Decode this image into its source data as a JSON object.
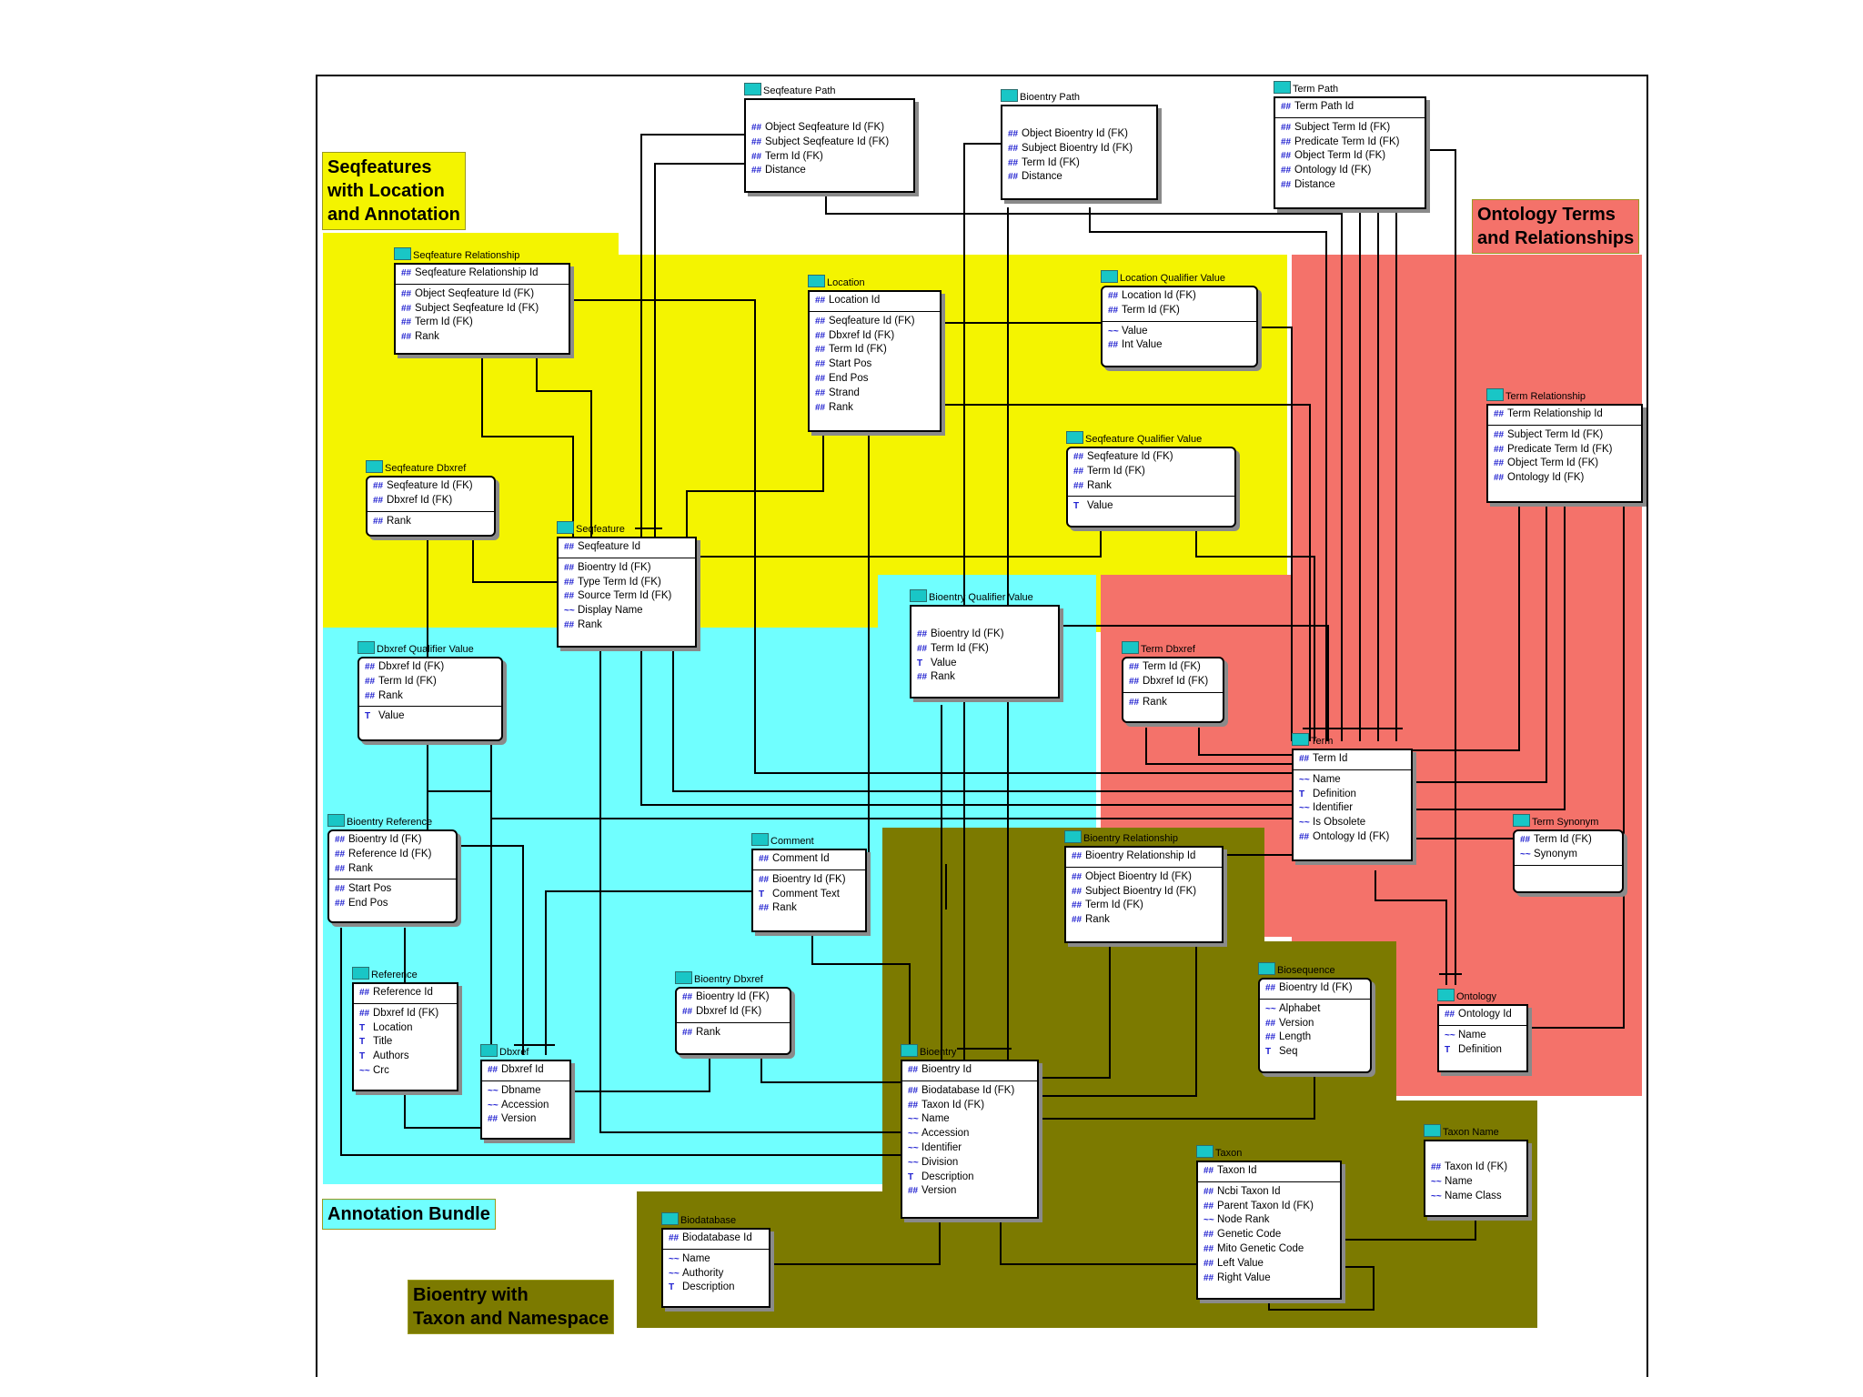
{
  "title": "",
  "colors": {
    "yellow": "#f4f400",
    "cyan": "#70ffff",
    "salmon": "#f4726a",
    "olive": "#7c7a00",
    "entity_border": "#000000",
    "key_icon": "#2020d0",
    "table_icon": "#19c6c6"
  },
  "regions": {
    "seqfeatures": {
      "label": "Seqfeatures\nwith Location\nand Annotation"
    },
    "ontology": {
      "label": "Ontology Terms\nand Relationships"
    },
    "annotation": {
      "label": "Annotation Bundle"
    },
    "bioentry": {
      "label": "Bioentry with\nTaxon and Namespace"
    }
  },
  "icons": {
    "pk": "key-icon",
    "fk": "foreign-key-icon",
    "attr": "attribute-icon",
    "table": "table-icon"
  },
  "entities": {
    "seqfeature_path": {
      "name": "Seqfeature Path",
      "pk": [],
      "fields": [
        [
          "##",
          "Object Seqfeature Id (FK)"
        ],
        [
          "##",
          "Subject Seqfeature Id (FK)"
        ],
        [
          "##",
          "Term Id (FK)"
        ],
        [
          "##",
          "Distance"
        ]
      ]
    },
    "bioentry_path": {
      "name": "Bioentry Path",
      "pk": [],
      "fields": [
        [
          "##",
          "Object Bioentry Id (FK)"
        ],
        [
          "##",
          "Subject Bioentry Id (FK)"
        ],
        [
          "##",
          "Term Id (FK)"
        ],
        [
          "##",
          "Distance"
        ]
      ]
    },
    "term_path": {
      "name": "Term Path",
      "pk": [
        [
          "##",
          "Term Path Id"
        ]
      ],
      "fields": [
        [
          "##",
          "Subject Term Id (FK)"
        ],
        [
          "##",
          "Predicate Term Id (FK)"
        ],
        [
          "##",
          "Object Term Id (FK)"
        ],
        [
          "##",
          "Ontology Id (FK)"
        ],
        [
          "##",
          "Distance"
        ]
      ]
    },
    "seqfeature_relationship": {
      "name": "Seqfeature Relationship",
      "pk": [
        [
          "##",
          "Seqfeature Relationship Id"
        ]
      ],
      "fields": [
        [
          "##",
          "Object Seqfeature Id (FK)"
        ],
        [
          "##",
          "Subject Seqfeature Id (FK)"
        ],
        [
          "##",
          "Term Id (FK)"
        ],
        [
          "##",
          "Rank"
        ]
      ]
    },
    "location": {
      "name": "Location",
      "pk": [
        [
          "##",
          "Location Id"
        ]
      ],
      "fields": [
        [
          "##",
          "Seqfeature Id (FK)"
        ],
        [
          "##",
          "Dbxref Id (FK)"
        ],
        [
          "##",
          "Term Id (FK)"
        ],
        [
          "##",
          "Start Pos"
        ],
        [
          "##",
          "End Pos"
        ],
        [
          "##",
          "Strand"
        ],
        [
          "##",
          "Rank"
        ]
      ]
    },
    "location_qualifier_value": {
      "name": "Location Qualifier Value",
      "pk": [
        [
          "##",
          "Location Id (FK)"
        ],
        [
          "##",
          "Term Id (FK)"
        ]
      ],
      "fields": [
        [
          "~~",
          "Value"
        ],
        [
          "##",
          "Int Value"
        ]
      ]
    },
    "term_relationship": {
      "name": "Term Relationship",
      "pk": [
        [
          "##",
          "Term Relationship Id"
        ]
      ],
      "fields": [
        [
          "##",
          "Subject Term Id (FK)"
        ],
        [
          "##",
          "Predicate Term Id (FK)"
        ],
        [
          "##",
          "Object Term Id (FK)"
        ],
        [
          "##",
          "Ontology Id (FK)"
        ]
      ]
    },
    "seqfeature_qualifier_value": {
      "name": "Seqfeature Qualifier Value",
      "pk": [
        [
          "##",
          "Seqfeature Id (FK)"
        ],
        [
          "##",
          "Term Id (FK)"
        ],
        [
          "##",
          "Rank"
        ]
      ],
      "fields": [
        [
          "T",
          "Value"
        ]
      ]
    },
    "seqfeature_dbxref": {
      "name": "Seqfeature Dbxref",
      "pk": [
        [
          "##",
          "Seqfeature Id (FK)"
        ],
        [
          "##",
          "Dbxref Id (FK)"
        ]
      ],
      "fields": [
        [
          "##",
          "Rank"
        ]
      ]
    },
    "seqfeature": {
      "name": "Seqfeature",
      "pk": [
        [
          "##",
          "Seqfeature Id"
        ]
      ],
      "fields": [
        [
          "##",
          "Bioentry Id (FK)"
        ],
        [
          "##",
          "Type Term Id (FK)"
        ],
        [
          "##",
          "Source Term Id (FK)"
        ],
        [
          "~~",
          "Display Name"
        ],
        [
          "##",
          "Rank"
        ]
      ]
    },
    "bioentry_qualifier_value": {
      "name": "Bioentry Qualifier Value",
      "pk": [],
      "fields": [
        [
          "##",
          "Bioentry Id (FK)"
        ],
        [
          "##",
          "Term Id (FK)"
        ],
        [
          "T",
          "Value"
        ],
        [
          "##",
          "Rank"
        ]
      ]
    },
    "dbxref_qualifier_value": {
      "name": "Dbxref Qualifier Value",
      "pk": [
        [
          "##",
          "Dbxref Id (FK)"
        ],
        [
          "##",
          "Term Id (FK)"
        ],
        [
          "##",
          "Rank"
        ]
      ],
      "fields": [
        [
          "T",
          "Value"
        ]
      ]
    },
    "term_dbxref": {
      "name": "Term Dbxref",
      "pk": [
        [
          "##",
          "Term Id (FK)"
        ],
        [
          "##",
          "Dbxref Id (FK)"
        ]
      ],
      "fields": [
        [
          "##",
          "Rank"
        ]
      ]
    },
    "term": {
      "name": "Term",
      "pk": [
        [
          "##",
          "Term Id"
        ]
      ],
      "fields": [
        [
          "~~",
          "Name"
        ],
        [
          "T",
          "Definition"
        ],
        [
          "~~",
          "Identifier"
        ],
        [
          "~~",
          "Is Obsolete"
        ],
        [
          "##",
          "Ontology Id (FK)"
        ]
      ]
    },
    "bioentry_reference": {
      "name": "Bioentry Reference",
      "pk": [
        [
          "##",
          "Bioentry Id (FK)"
        ],
        [
          "##",
          "Reference Id (FK)"
        ],
        [
          "##",
          "Rank"
        ]
      ],
      "fields": [
        [
          "##",
          "Start Pos"
        ],
        [
          "##",
          "End Pos"
        ]
      ]
    },
    "comment": {
      "name": "Comment",
      "pk": [
        [
          "##",
          "Comment Id"
        ]
      ],
      "fields": [
        [
          "##",
          "Bioentry Id (FK)"
        ],
        [
          "T",
          "Comment Text"
        ],
        [
          "##",
          "Rank"
        ]
      ]
    },
    "bioentry_relationship": {
      "name": "Bioentry Relationship",
      "pk": [
        [
          "##",
          "Bioentry Relationship Id"
        ]
      ],
      "fields": [
        [
          "##",
          "Object Bioentry Id (FK)"
        ],
        [
          "##",
          "Subject Bioentry Id (FK)"
        ],
        [
          "##",
          "Term Id (FK)"
        ],
        [
          "##",
          "Rank"
        ]
      ]
    },
    "term_synonym": {
      "name": "Term Synonym",
      "pk": [
        [
          "##",
          "Term Id (FK)"
        ],
        [
          "~~",
          "Synonym"
        ]
      ],
      "fields": []
    },
    "reference": {
      "name": "Reference",
      "pk": [
        [
          "##",
          "Reference Id"
        ]
      ],
      "fields": [
        [
          "##",
          "Dbxref Id (FK)"
        ],
        [
          "T",
          "Location"
        ],
        [
          "T",
          "Title"
        ],
        [
          "T",
          "Authors"
        ],
        [
          "~~",
          "Crc"
        ]
      ]
    },
    "bioentry_dbxref": {
      "name": "Bioentry Dbxref",
      "pk": [
        [
          "##",
          "Bioentry Id (FK)"
        ],
        [
          "##",
          "Dbxref Id (FK)"
        ]
      ],
      "fields": [
        [
          "##",
          "Rank"
        ]
      ]
    },
    "biosequence": {
      "name": "Biosequence",
      "pk": [
        [
          "##",
          "Bioentry Id (FK)"
        ]
      ],
      "fields": [
        [
          "~~",
          "Alphabet"
        ],
        [
          "##",
          "Version"
        ],
        [
          "##",
          "Length"
        ],
        [
          "T",
          "Seq"
        ]
      ]
    },
    "ontology": {
      "name": "Ontology",
      "pk": [
        [
          "##",
          "Ontology Id"
        ]
      ],
      "fields": [
        [
          "~~",
          "Name"
        ],
        [
          "T",
          "Definition"
        ]
      ]
    },
    "dbxref": {
      "name": "Dbxref",
      "pk": [
        [
          "##",
          "Dbxref Id"
        ]
      ],
      "fields": [
        [
          "~~",
          "Dbname"
        ],
        [
          "~~",
          "Accession"
        ],
        [
          "##",
          "Version"
        ]
      ]
    },
    "bioentry": {
      "name": "Bioentry",
      "pk": [
        [
          "##",
          "Bioentry Id"
        ]
      ],
      "fields": [
        [
          "##",
          "Biodatabase Id (FK)"
        ],
        [
          "##",
          "Taxon Id (FK)"
        ],
        [
          "~~",
          "Name"
        ],
        [
          "~~",
          "Accession"
        ],
        [
          "~~",
          "Identifier"
        ],
        [
          "~~",
          "Division"
        ],
        [
          "T",
          "Description"
        ],
        [
          "##",
          "Version"
        ]
      ]
    },
    "taxon": {
      "name": "Taxon",
      "pk": [
        [
          "##",
          "Taxon Id"
        ]
      ],
      "fields": [
        [
          "##",
          "Ncbi Taxon Id"
        ],
        [
          "##",
          "Parent Taxon Id (FK)"
        ],
        [
          "~~",
          "Node Rank"
        ],
        [
          "##",
          "Genetic Code"
        ],
        [
          "##",
          "Mito Genetic Code"
        ],
        [
          "##",
          "Left Value"
        ],
        [
          "##",
          "Right Value"
        ]
      ]
    },
    "taxon_name": {
      "name": "Taxon Name",
      "pk": [],
      "fields": [
        [
          "##",
          "Taxon Id (FK)"
        ],
        [
          "~~",
          "Name"
        ],
        [
          "~~",
          "Name Class"
        ]
      ]
    },
    "biodatabase": {
      "name": "Biodatabase",
      "pk": [
        [
          "##",
          "Biodatabase Id"
        ]
      ],
      "fields": [
        [
          "~~",
          "Name"
        ],
        [
          "~~",
          "Authority"
        ],
        [
          "T",
          "Description"
        ]
      ]
    }
  }
}
